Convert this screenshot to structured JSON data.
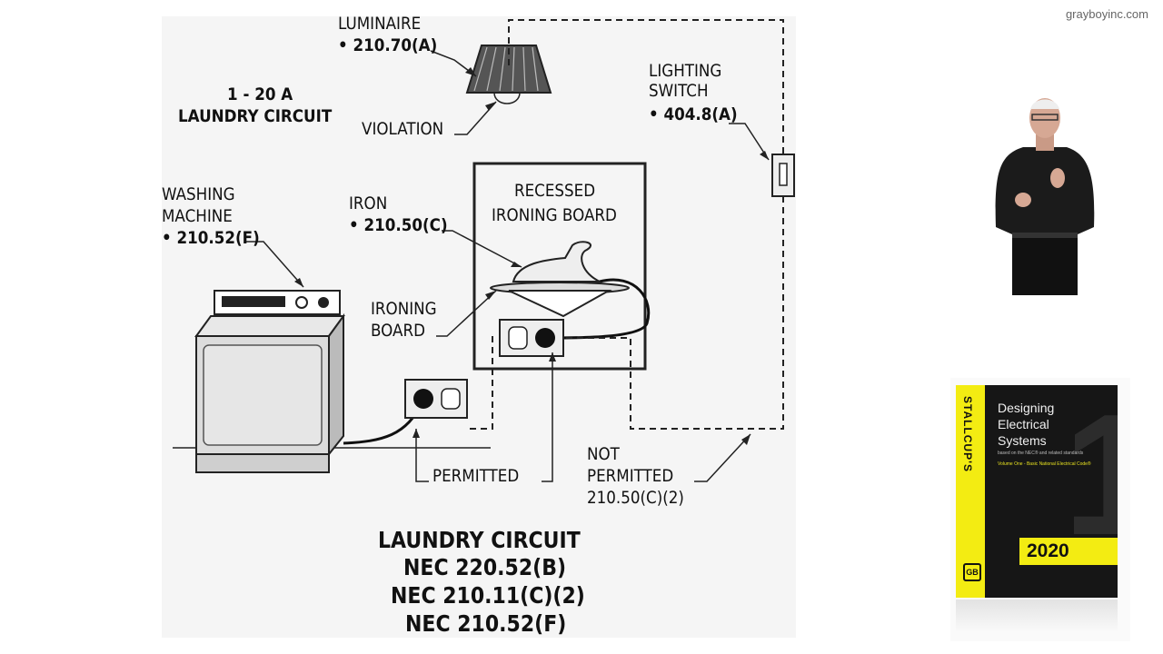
{
  "watermark": "grayboyinc.com",
  "labels": {
    "luminaire_line1": "LUMINAIRE",
    "luminaire_line2": "• 210.70(A)",
    "circuit_line1": "1 - 20 A",
    "circuit_line2": "LAUNDRY CIRCUIT",
    "violation": "VIOLATION",
    "lighting_switch_line1": "LIGHTING",
    "lighting_switch_line2": "SWITCH",
    "lighting_switch_line3": "• 404.8(A)",
    "washing_line1": "WASHING",
    "washing_line2": "MACHINE",
    "washing_line3": "• 210.52(F)",
    "iron_line1": "IRON",
    "iron_line2": "• 210.50(C)",
    "recessed_line1": "RECESSED",
    "recessed_line2": "IRONING BOARD",
    "ironing_board_line1": "IRONING",
    "ironing_board_line2": "BOARD",
    "permitted": "PERMITTED",
    "not_permitted_line1": "NOT",
    "not_permitted_line2": "PERMITTED",
    "not_permitted_line3": "210.50(C)(2)",
    "footer_line1": "LAUNDRY CIRCUIT",
    "footer_line2": "NEC 220.52(B)",
    "footer_line3": "NEC 210.11(C)(2)",
    "footer_line4": "NEC 210.52(F)"
  },
  "book": {
    "spine": "STALLCUP'S",
    "title_line1": "Designing",
    "title_line2": "Electrical",
    "title_line3": "Systems",
    "subtitle": "based on the NEC® and related standards",
    "volume": "Volume One - Basic National Electrical Code®",
    "year": "2020",
    "big_numeral": "1",
    "logo": "GB"
  }
}
